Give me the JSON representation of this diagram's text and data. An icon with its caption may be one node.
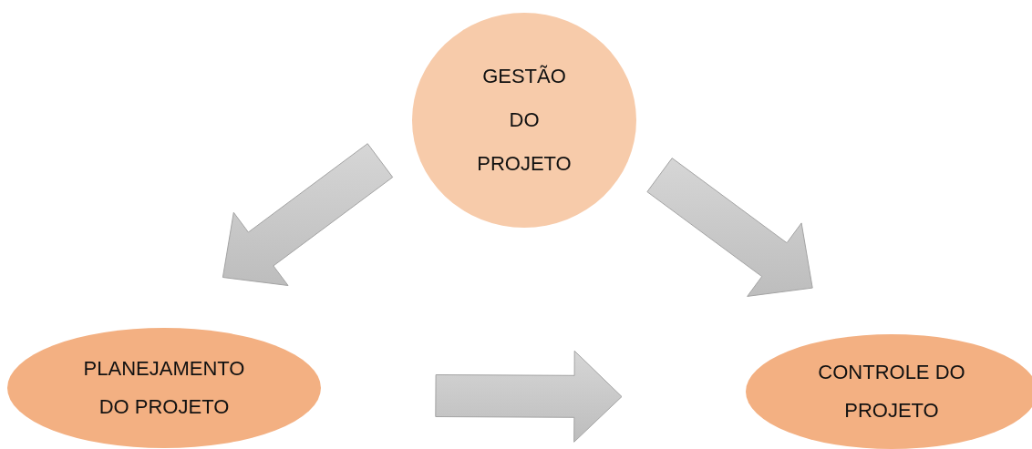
{
  "diagram": {
    "nodes": [
      {
        "text": [
          "GESTÃO DO PROJETO"
        ]
      },
      {
        "text": [
          "PLANEJAMENTO DO PROJETO"
        ]
      },
      {
        "text": [
          "CONTROLE DO PROJETO"
        ]
      }
    ],
    "edges": [
      {
        "from": 0,
        "to": 1,
        "arrow": "to"
      },
      {
        "from": 0,
        "to": 2,
        "arrow": "to"
      },
      {
        "from": 1,
        "to": 2,
        "arrow": "to"
      }
    ]
  }
}
